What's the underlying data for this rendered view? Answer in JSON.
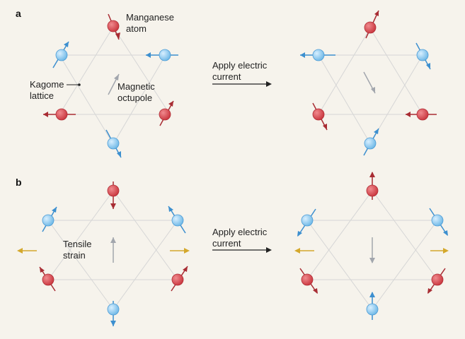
{
  "panel_a": {
    "letter": "a",
    "label_manganese_line1": "Manganese",
    "label_manganese_line2": "atom",
    "label_kagome_line1": "Kagome",
    "label_kagome_line2": "lattice",
    "label_octupole_line1": "Magnetic",
    "label_octupole_line2": "octupole",
    "action_line1": "Apply electric",
    "action_line2": "current"
  },
  "panel_b": {
    "letter": "b",
    "label_strain_line1": "Tensile",
    "label_strain_line2": "strain",
    "action_line1": "Apply electric",
    "action_line2": "current"
  },
  "colors": {
    "red_atom": "#d64048",
    "blue_atom": "#7fc4ea",
    "red_arrow": "#a82c33",
    "blue_arrow": "#3c8fcf",
    "octupole_arrow": "#a2a6ad",
    "strain_arrow": "#d4a82c",
    "lattice_line": "#d6d6d6",
    "text": "#222222"
  }
}
